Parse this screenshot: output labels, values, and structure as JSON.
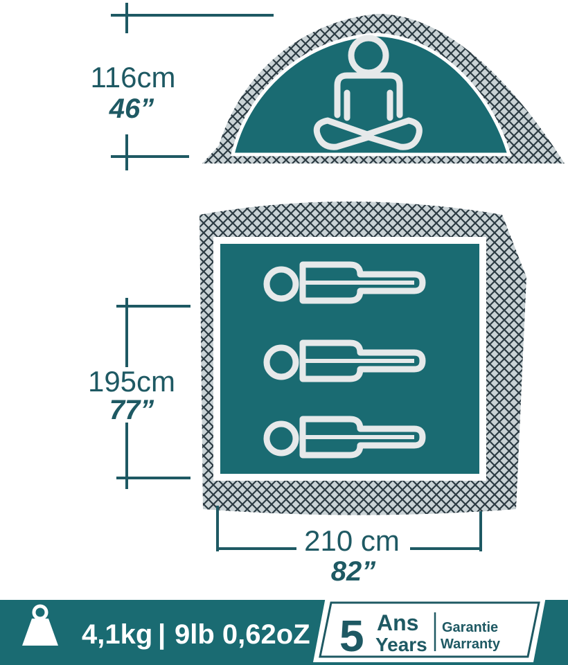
{
  "colors": {
    "teal": "#1a6b72",
    "teal_dark": "#1e5963",
    "figure": "#e6e9ea",
    "mesh_line": "#2b3a42",
    "mesh_bg": "#c9d2d5",
    "white": "#ffffff"
  },
  "height_dimension": {
    "metric": "116cm",
    "imperial": "46”"
  },
  "length_dimension": {
    "metric": "195cm",
    "imperial": "77”"
  },
  "width_dimension": {
    "metric": "210 cm",
    "imperial": "82”"
  },
  "side_view": {
    "figure_icon": "seated-person-icon"
  },
  "floor_plan": {
    "figure_icons": [
      "lying-person-icon",
      "lying-person-icon",
      "lying-person-icon"
    ]
  },
  "footer": {
    "weight_icon": "weight-icon",
    "weight_metric": "4,1kg",
    "separator": "|",
    "weight_imperial": "9lb 0,62oZ",
    "warranty_number": "5",
    "warranty_ans": "Ans",
    "warranty_years": "Years",
    "warranty_garantie": "Garantie",
    "warranty_warranty": "Warranty"
  }
}
